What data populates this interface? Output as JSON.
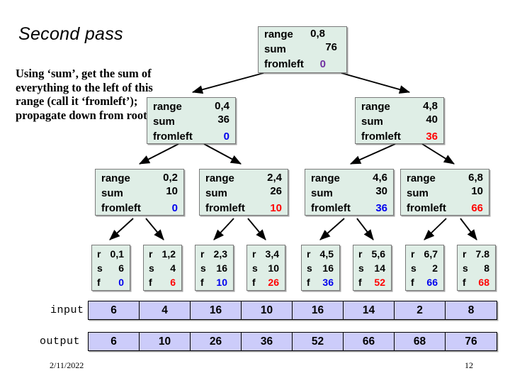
{
  "slide": {
    "title": "Second pass",
    "description": "Using ‘sum’, get the sum of everything to the left of this range (call it ‘fromleft’); propagate down from root",
    "footer": {
      "date": "2/11/2022",
      "page_number": "12"
    }
  },
  "colors": {
    "node_fill": "#dfeee6",
    "node_border": "#7b7b7b",
    "array_fill": "#ccccfa",
    "array_border": "#000000",
    "value_blue": "#0000ee",
    "value_red": "#ff0000",
    "value_purple": "#7030a0",
    "background": "#ffffff"
  },
  "tree": {
    "labels_full": {
      "range": "range",
      "sum": "sum",
      "fromleft": "fromleft"
    },
    "labels_short": {
      "range": "r",
      "sum": "s",
      "fromleft": "f"
    },
    "root": {
      "range": "0,8",
      "sum": "76",
      "fromleft": "0",
      "fromleft_color": "purple"
    },
    "level2": [
      {
        "range": "0,4",
        "sum": "36",
        "fromleft": "0",
        "fromleft_color": "blue"
      },
      {
        "range": "4,8",
        "sum": "40",
        "fromleft": "36",
        "fromleft_color": "red"
      }
    ],
    "level3": [
      {
        "range": "0,2",
        "sum": "10",
        "fromleft": "0",
        "fromleft_color": "blue"
      },
      {
        "range": "2,4",
        "sum": "26",
        "fromleft": "10",
        "fromleft_color": "red"
      },
      {
        "range": "4,6",
        "sum": "30",
        "fromleft": "36",
        "fromleft_color": "blue"
      },
      {
        "range": "6,8",
        "sum": "10",
        "fromleft": "66",
        "fromleft_color": "red"
      }
    ],
    "leaves": [
      {
        "range": "0,1",
        "sum": "6",
        "fromleft": "0",
        "fromleft_color": "blue"
      },
      {
        "range": "1,2",
        "sum": "4",
        "fromleft": "6",
        "fromleft_color": "red"
      },
      {
        "range": "2,3",
        "sum": "16",
        "fromleft": "10",
        "fromleft_color": "blue"
      },
      {
        "range": "3,4",
        "sum": "10",
        "fromleft": "26",
        "fromleft_color": "red"
      },
      {
        "range": "4,5",
        "sum": "16",
        "fromleft": "36",
        "fromleft_color": "blue"
      },
      {
        "range": "5,6",
        "sum": "14",
        "fromleft": "52",
        "fromleft_color": "red"
      },
      {
        "range": "6,7",
        "sum": "2",
        "fromleft": "66",
        "fromleft_color": "blue"
      },
      {
        "range": "7.8",
        "sum": "8",
        "fromleft": "68",
        "fromleft_color": "red"
      }
    ]
  },
  "arrays": {
    "input": {
      "label": "input",
      "values": [
        "6",
        "4",
        "16",
        "10",
        "16",
        "14",
        "2",
        "8"
      ]
    },
    "output": {
      "label": "output",
      "values": [
        "6",
        "10",
        "26",
        "36",
        "52",
        "66",
        "68",
        "76"
      ]
    }
  }
}
